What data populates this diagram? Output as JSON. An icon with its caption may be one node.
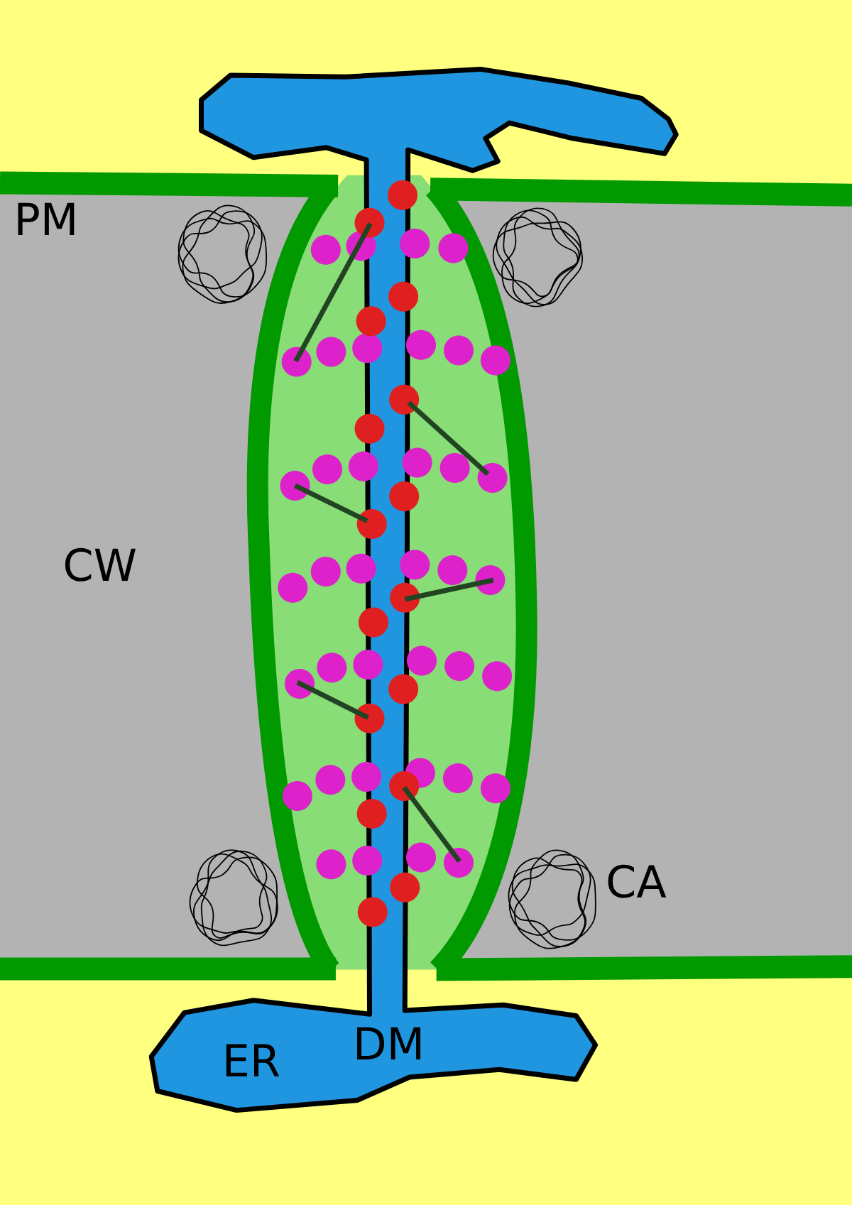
{
  "diagram": {
    "labels": [
      "PM",
      "CW",
      "CA",
      "ER",
      "DM"
    ]
  }
}
